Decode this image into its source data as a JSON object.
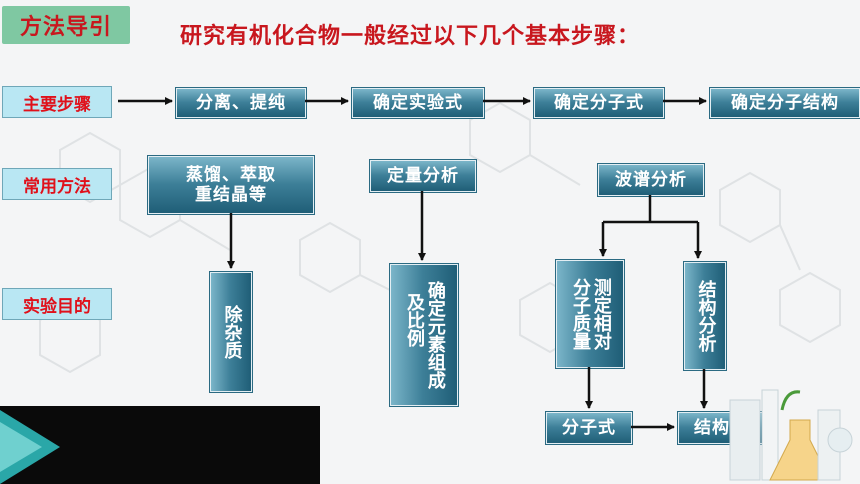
{
  "header": {
    "badge": "方法导引",
    "title": "研究有机化合物一般经过以下几个基本步骤："
  },
  "row_labels": {
    "steps": "主要步骤",
    "methods": "常用方法",
    "purpose": "实验目的"
  },
  "steps": [
    "分离、提纯",
    "确定实验式",
    "确定分子式",
    "确定分子结构"
  ],
  "methods": {
    "m1_line1": "蒸馏、萃取",
    "m1_line2": "重结晶等",
    "m2": "定量分析",
    "m3": "波谱分析"
  },
  "purposes": {
    "p1": "除杂质",
    "p2_col1": "确定元素组成",
    "p2_col2": "及比例",
    "p3_col1": "测定相对",
    "p3_col2": "分子质量",
    "p4": "结构分析"
  },
  "results": {
    "r1": "分子式",
    "r2": "结构式"
  }
}
